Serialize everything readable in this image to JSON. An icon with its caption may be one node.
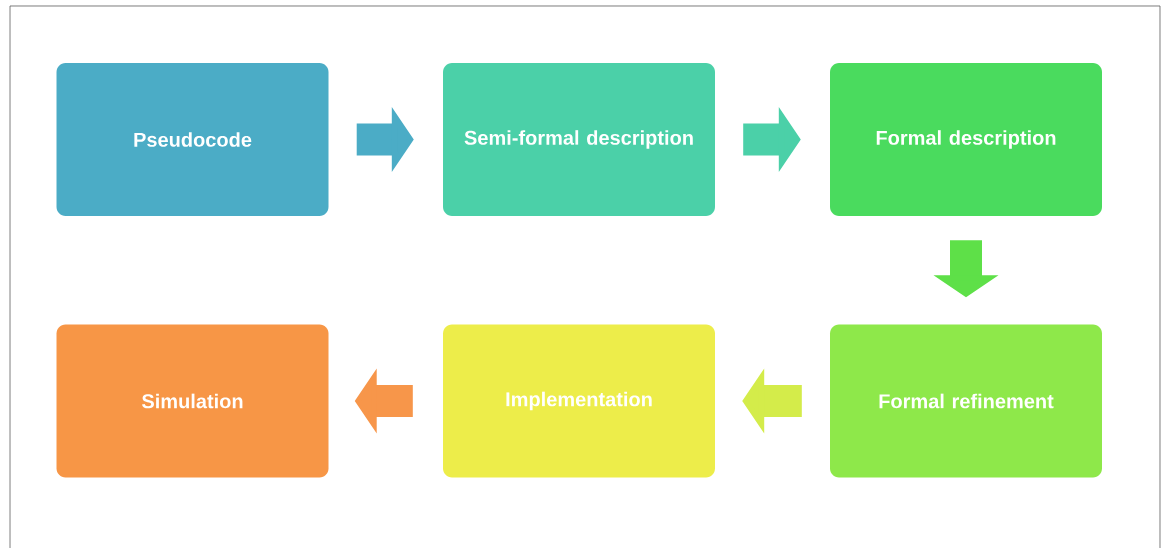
{
  "diagram": {
    "nodes": [
      {
        "text": [
          "Pseudocode"
        ]
      },
      {
        "text": [
          "Semi-formal description"
        ]
      },
      {
        "text": [
          "Formal description"
        ]
      },
      {
        "text": [
          "Formal refinement"
        ]
      },
      {
        "text": [
          "Implementation"
        ]
      },
      {
        "text": [
          "Simulation"
        ]
      }
    ],
    "edges": [
      {
        "from": 0,
        "to": 1,
        "arrow": "to",
        "color": "#4bacc6"
      },
      {
        "from": 1,
        "to": 2,
        "arrow": "to",
        "color": "#4bd0a8"
      },
      {
        "from": 2,
        "to": 3,
        "arrow": "to",
        "color": "#5ee048"
      },
      {
        "from": 3,
        "to": 4,
        "arrow": "to",
        "color": "#d4ec4a"
      },
      {
        "from": 4,
        "to": 5,
        "arrow": "to",
        "color": "#f7964a"
      }
    ]
  }
}
